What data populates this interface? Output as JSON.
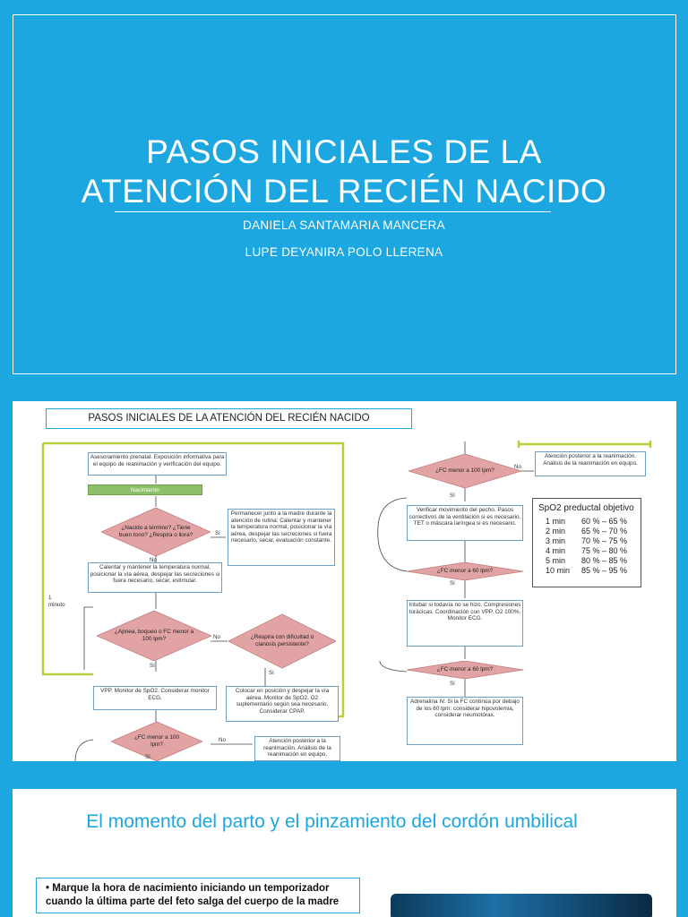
{
  "slide1": {
    "title_line1": "PASOS INICIALES DE LA",
    "title_line2": "ATENCIÓN DEL RECIÉN NACIDO",
    "author1": "DANIELA SANTAMARIA MANCERA",
    "author2": "LUPE DEYANIRA POLO LLERENA"
  },
  "slide2": {
    "header": "PASOS INICIALES DE LA ATENCIÓN DEL RECIÉN NACIDO",
    "box_prenatal": "Asesoramiento prenatal. Exposición informativa para el equipo de reanimación y verificación del equipo.",
    "box_nacimiento": "Nacimiento",
    "dia_termino": "¿Nacido a término? ¿Tiene buen tono? ¿Respira o llora?",
    "box_madre": "Permanecer junto a la madre durante la atención de rutina: Calentar y mantener la temperatura normal, posicionar la vía aérea, despejar las secreciones si fuera necesario, secar, evaluación constante.",
    "box_calentar": "Calentar y mantener la temperatura normal, posicionar la vía aérea, despejar las secreciones si fuera necesario, secar, estimular.",
    "dia_apnea": "¿Apnea, boqueo o FC menor a 100 lpm?",
    "dia_dificultad": "¿Respira con dificultad o cianosis persistente?",
    "box_vpp": "VPP. Monitor de SpO2. Considerar monitor ECG.",
    "box_colocar": "Colocar en posición y despejar la vía aérea. Monitor de SpO2. O2 suplementario según sea necesario. Considerar CPAP.",
    "dia_fc100_left": "¿FC menor a 100 lpm?",
    "box_atencion_left": "Atención posterior a la reanimación. Análisis de la reanimación en equipo.",
    "dia_fc100_right": "¿FC menor a 100 lpm?",
    "box_atencion_right": "Atención posterior a la reanimación. Análisis de la reanimación en equipo.",
    "box_verificar": "Verificar movimiento del pecho. Pasos correctivos de la ventilación si es necesario. TET o máscara laríngea si es necesario.",
    "dia_fc60_a": "¿FC menor a 60 lpm?",
    "box_intubar": "Intubar si todavía no se hizo. Compresiones torácicas. Coordinación con VPP. O2 100%. Monitor ECG.",
    "dia_fc60_b": "¿FC menor a 60 lpm?",
    "box_adrenalina": "Adrenalina IV. Si la FC continúa por debajo de los 60 lpm: considerar hipovolemia, considerar neumotórax.",
    "label_si": "Sí",
    "label_no": "No",
    "label_minuto": "1 minuto",
    "spo2_title": "SpO2 preductal objetivo",
    "spo2_rows": [
      {
        "time": "1 min",
        "range": "60 % – 65 %"
      },
      {
        "time": "2 min",
        "range": "65 % – 70 %"
      },
      {
        "time": "3 min",
        "range": "70 % – 75 %"
      },
      {
        "time": "4 min",
        "range": "75 % – 80 %"
      },
      {
        "time": "5 min",
        "range": "80 % – 85 %"
      },
      {
        "time": "10 min",
        "range": "85 % – 95 %"
      }
    ]
  },
  "slide3": {
    "heading": "El momento del parto y el pinzamiento del cordón umbilical",
    "bullet": "Marque la hora de nacimiento iniciando un temporizador cuando la última parte del feto salga del cuerpo de la madre"
  },
  "colors": {
    "accent": "#1ca7e1",
    "diamond": "#e2a3a5",
    "green": "#b8cf3a",
    "nacimiento": "#8cc06a"
  }
}
